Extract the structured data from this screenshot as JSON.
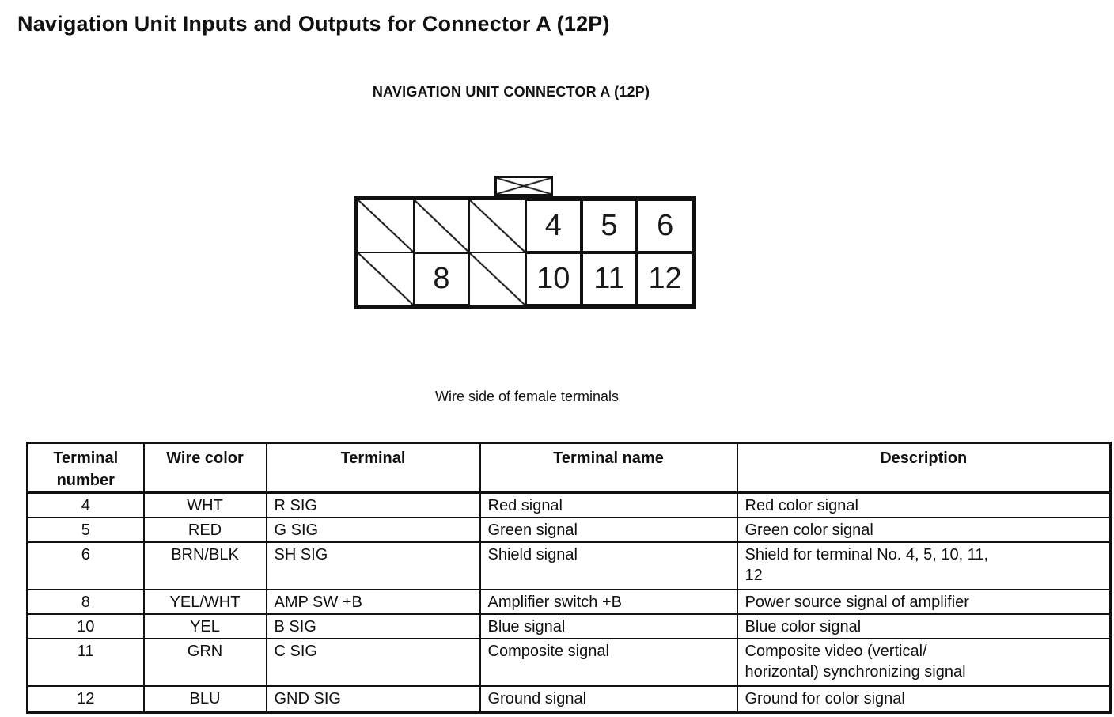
{
  "page": {
    "title": "Navigation Unit Inputs and Outputs for Connector A (12P)"
  },
  "diagram": {
    "heading": "NAVIGATION UNIT CONNECTOR A (12P)",
    "caption": "Wire side of female terminals",
    "connector": {
      "grid_rows": 2,
      "grid_cols": 6,
      "cells": [
        {
          "type": "blocked"
        },
        {
          "type": "blocked"
        },
        {
          "type": "blocked"
        },
        {
          "type": "pin",
          "label": "4"
        },
        {
          "type": "pin",
          "label": "5"
        },
        {
          "type": "pin",
          "label": "6"
        },
        {
          "type": "blocked"
        },
        {
          "type": "pin",
          "label": "8"
        },
        {
          "type": "blocked"
        },
        {
          "type": "pin",
          "label": "10"
        },
        {
          "type": "pin",
          "label": "11"
        },
        {
          "type": "pin",
          "label": "12"
        }
      ]
    }
  },
  "table": {
    "headers": [
      "Terminal\nnumber",
      "Wire color",
      "Terminal",
      "Terminal name",
      "Description"
    ],
    "rows": [
      [
        "4",
        "WHT",
        "R SIG",
        "Red signal",
        "Red color signal"
      ],
      [
        "5",
        "RED",
        "G SIG",
        "Green signal",
        "Green color signal"
      ],
      [
        "6",
        "BRN/BLK",
        "SH SIG",
        "Shield signal",
        "Shield for terminal No. 4, 5, 10, 11,\n12"
      ],
      [
        "8",
        "YEL/WHT",
        "AMP SW +B",
        "Amplifier switch +B",
        "Power source signal of amplifier"
      ],
      [
        "10",
        "YEL",
        "B SIG",
        "Blue signal",
        "Blue color signal"
      ],
      [
        "11",
        "GRN",
        "C SIG",
        "Composite signal",
        "Composite video (vertical/\nhorizontal) synchronizing signal"
      ],
      [
        "12",
        "BLU",
        "GND SIG",
        "Ground signal",
        "Ground for color signal"
      ]
    ]
  },
  "colors": {
    "ink": "#111111",
    "paper": "#ffffff"
  }
}
